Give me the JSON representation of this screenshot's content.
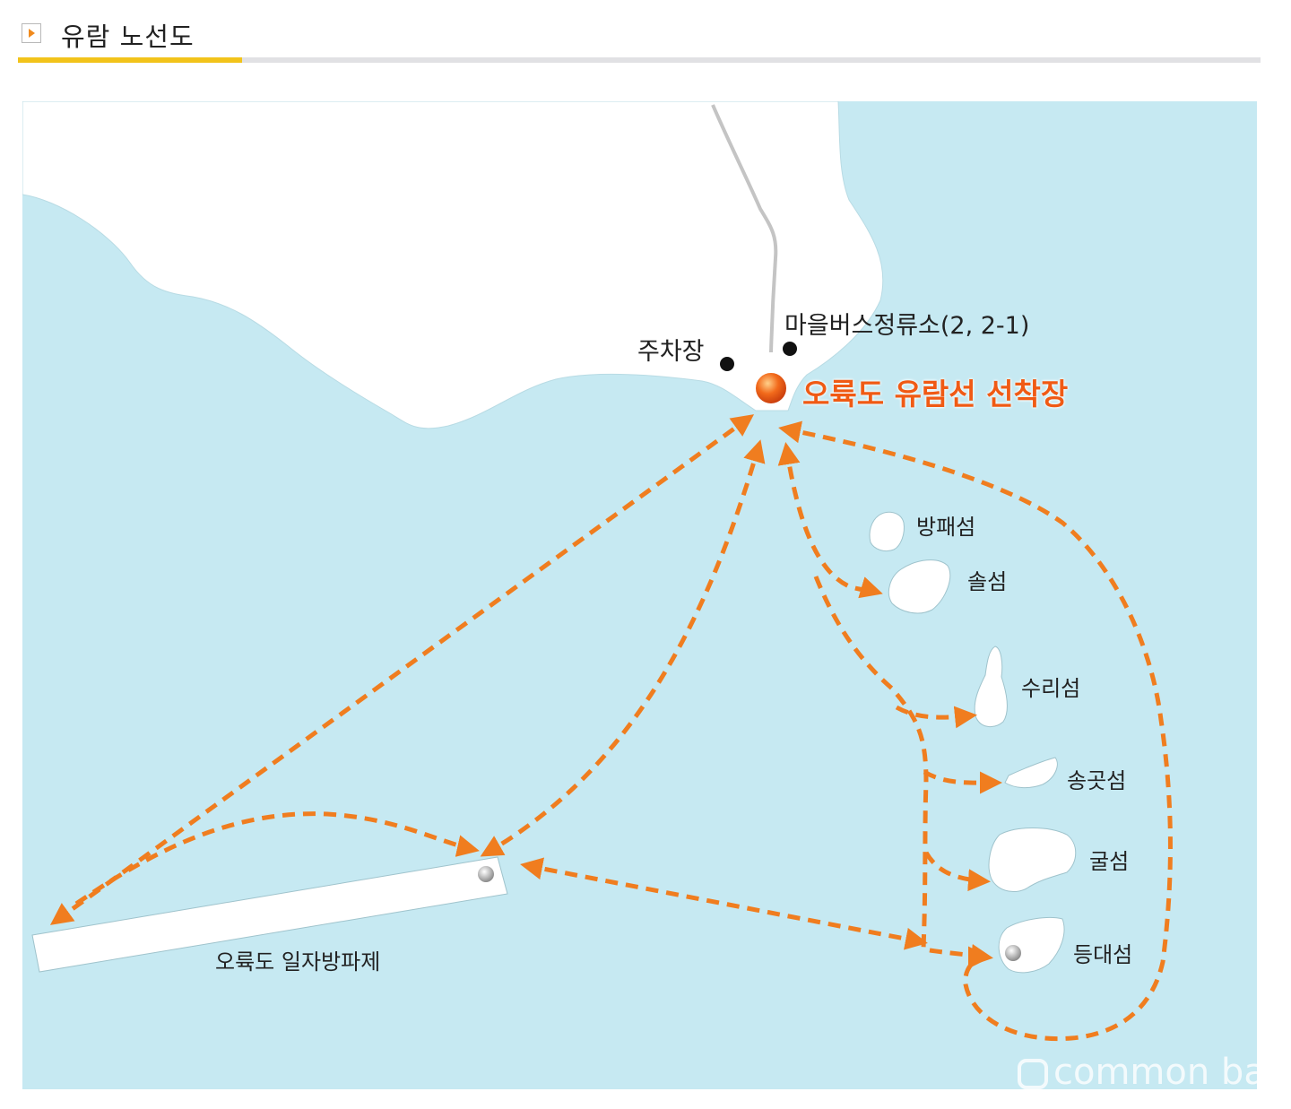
{
  "header": {
    "title": "유람 노선도",
    "accent_color": "#f2c31a",
    "line_color": "#e1e1e4",
    "icon": "play-triangle-icon"
  },
  "map": {
    "sea_color": "#c6e9f2",
    "land_color": "#ffffff",
    "route_color": "#f07d1f",
    "main_label": "오륙도 유람선 선착장",
    "land_labels": {
      "bus_stop": "마을버스정류소(2, 2-1)",
      "parking": "주차장"
    },
    "islands": [
      "방패섬",
      "솔섬",
      "수리섬",
      "송곳섬",
      "굴섬",
      "등대섬"
    ],
    "breakwater": "오륙도 일자방파제",
    "watermark": "common ba"
  }
}
